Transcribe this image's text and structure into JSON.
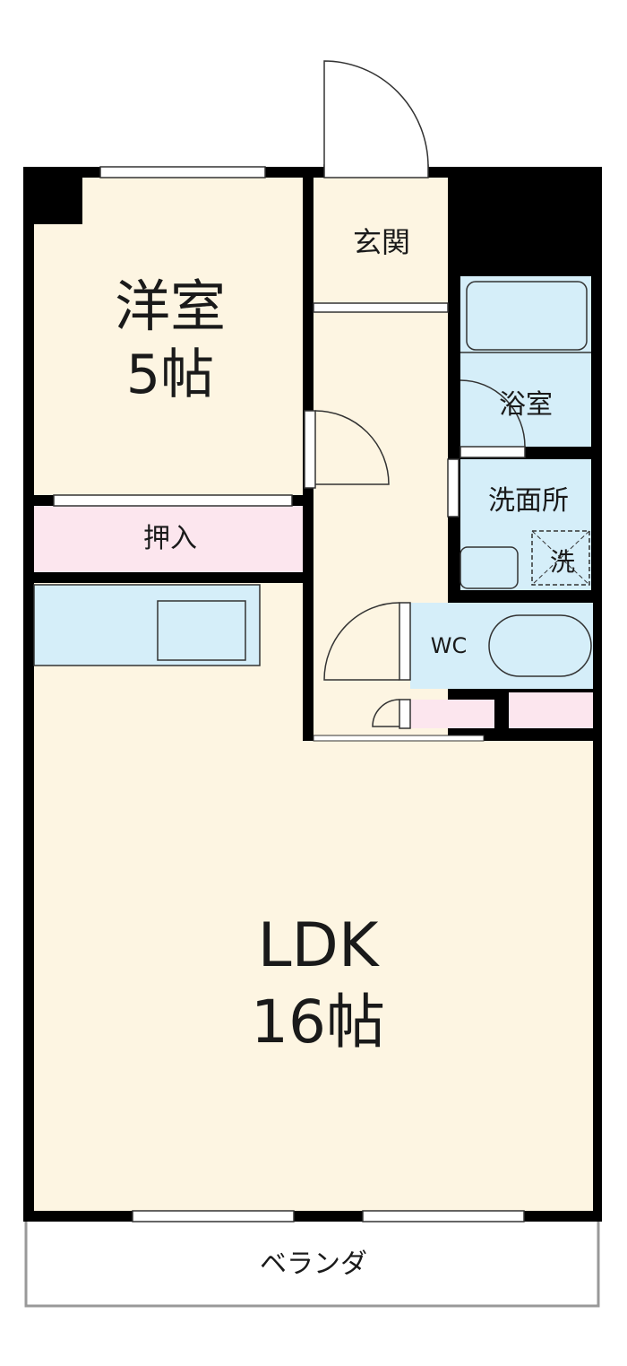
{
  "rooms": {
    "bedroom": {
      "name": "洋室",
      "size": "5帖"
    },
    "closet": {
      "name": "押入"
    },
    "entrance": {
      "name": "玄関"
    },
    "bathroom": {
      "name": "浴室"
    },
    "washroom": {
      "name": "洗面所",
      "washer": "洗"
    },
    "toilet": {
      "name": "WC"
    },
    "ldk": {
      "name": "LDK",
      "size": "16帖"
    },
    "balcony": {
      "name": "ベランダ"
    }
  },
  "colors": {
    "floor": "#fdf5e2",
    "wet": "#d5eef9",
    "storage": "#fce6ee",
    "wall": "#000000"
  }
}
